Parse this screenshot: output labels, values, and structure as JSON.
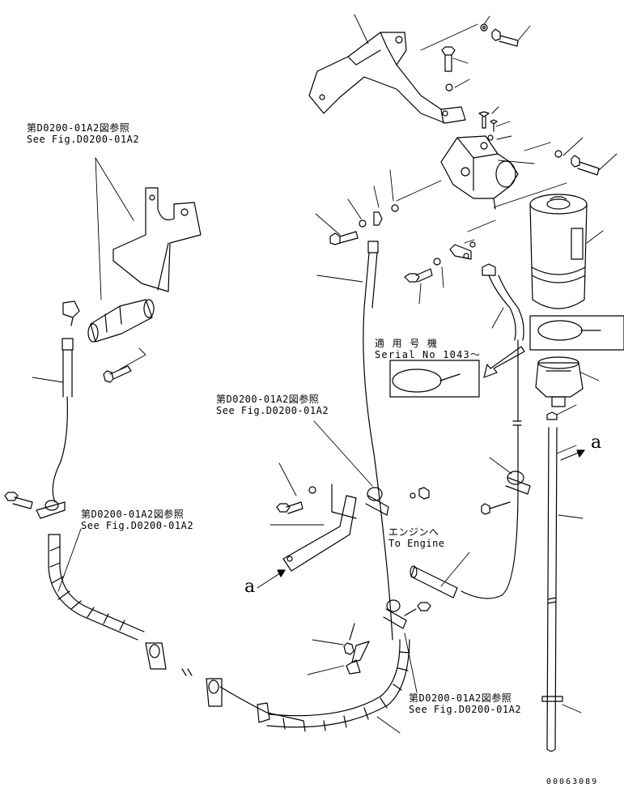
{
  "references": [
    {
      "jp": "第D0200-01A2図参照",
      "en": "See Fig.D0200-01A2"
    },
    {
      "jp": "第D0200-01A2図参照",
      "en": "See Fig.D0200-01A2"
    },
    {
      "jp": "第D0200-01A2図参照",
      "en": "See Fig.D0200-01A2"
    },
    {
      "jp": "第D0200-01A2図参照",
      "en": "See Fig.D0200-01A2"
    }
  ],
  "serial_note": {
    "jp": "適 用 号 機",
    "en": "Serial No 1043～"
  },
  "engine_note": {
    "jp": "エンジンへ",
    "en": "To Engine"
  },
  "markers": {
    "a1": "a",
    "a2": "a"
  },
  "drawing_number": "00063089"
}
